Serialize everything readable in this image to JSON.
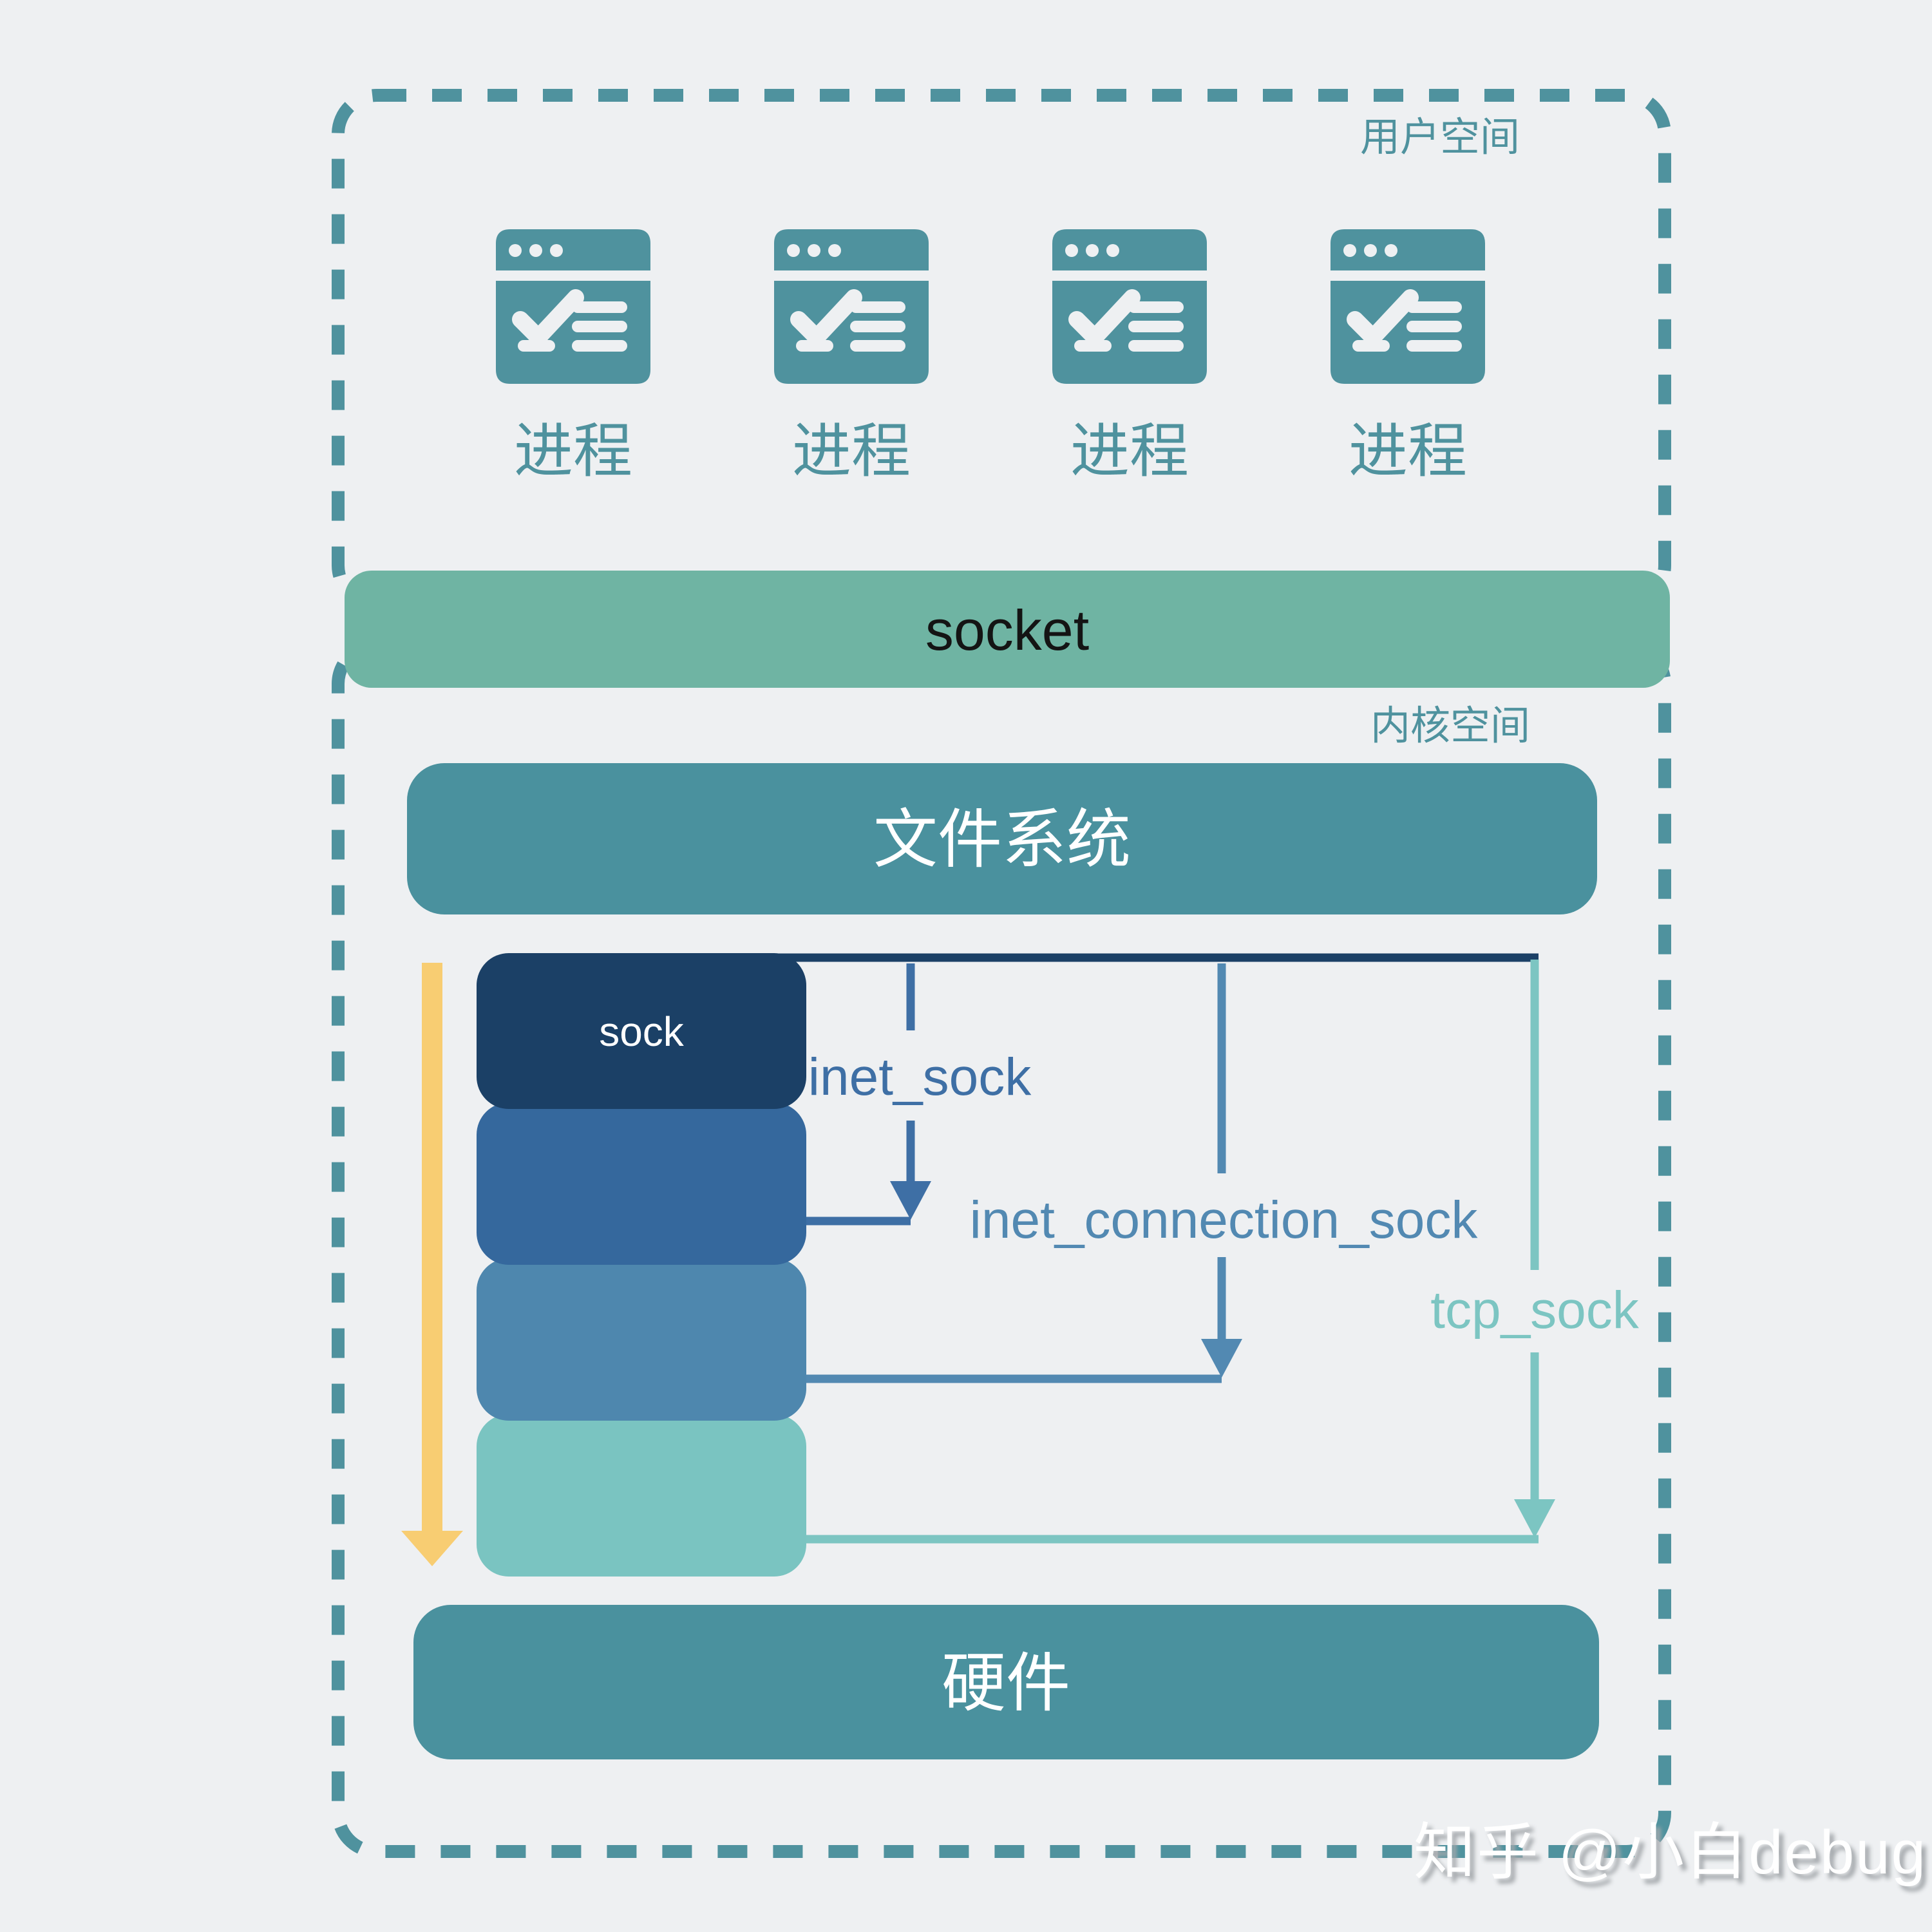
{
  "user_space": {
    "label": "用户空间",
    "processes": [
      {
        "label": "进程"
      },
      {
        "label": "进程"
      },
      {
        "label": "进程"
      },
      {
        "label": "进程"
      }
    ]
  },
  "socket_bar": {
    "label": "socket"
  },
  "kernel_space": {
    "label": "内核空间",
    "filesystem": {
      "label": "文件系统"
    },
    "hardware": {
      "label": "硬件"
    },
    "sock_stack": {
      "sock_label": "sock",
      "layers": [
        {
          "name": "sock",
          "color": "#1b4066"
        },
        {
          "name": "inet_sock",
          "color": "#35689d"
        },
        {
          "name": "inet_connection_sock",
          "color": "#4e87ae"
        },
        {
          "name": "tcp_sock",
          "color": "#7ac4c1"
        }
      ]
    },
    "arrows": [
      {
        "label": "inet_sock",
        "color": "#3e6fa5"
      },
      {
        "label": "inet_connection_sock",
        "color": "#5289b2"
      },
      {
        "label": "tcp_sock",
        "color": "#7cc5c2"
      }
    ]
  },
  "watermark": {
    "text": "知乎 @小白debug"
  },
  "colors": {
    "background": "#eef0f2",
    "teal": "#4f929e",
    "dashed_border": "#4f929e",
    "socket_bar_fill": "#6fb4a3",
    "socket_text": "#141414",
    "kernel_bar_fill": "#4a919e",
    "yellow_arrow": "#f8cd72",
    "sock_l1": "#1b4066",
    "sock_l2": "#35689d",
    "sock_l3": "#4e87ae",
    "sock_l4": "#7ac4c1",
    "inet_sock": "#3e6fa5",
    "inet_connection_sock": "#5289b2",
    "tcp_sock": "#7cc5c2",
    "white": "#ffffff"
  }
}
